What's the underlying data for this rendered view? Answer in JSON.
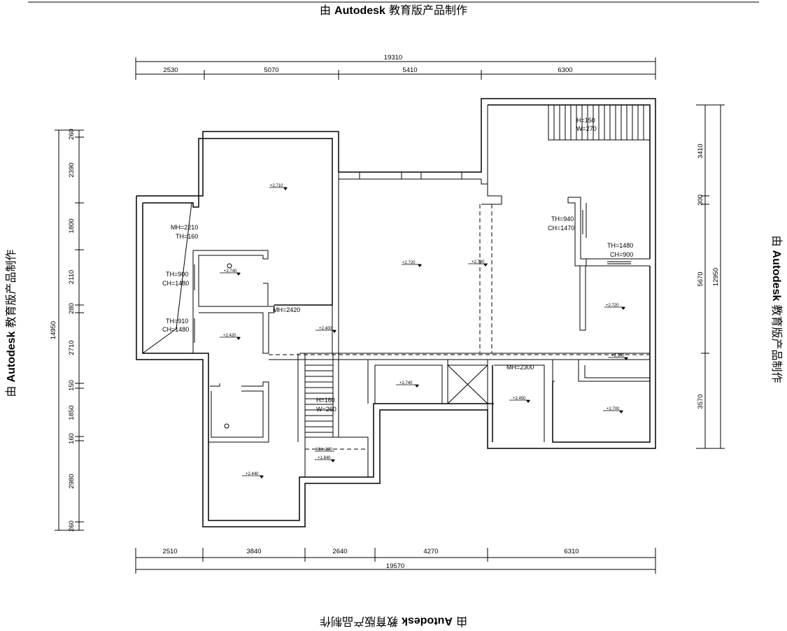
{
  "watermark": {
    "prefix": "由",
    "brand": "Autodesk",
    "suffix": "教育版产品制作"
  },
  "top_dims": {
    "total": "19310",
    "segments": [
      "2530",
      "5070",
      "5410",
      "6300"
    ]
  },
  "bottom_dims": {
    "total": "19570",
    "segments": [
      "2510",
      "3840",
      "2640",
      "4270",
      "6310"
    ]
  },
  "left_dims": {
    "total": "14950",
    "segments": [
      "260",
      "2390",
      "1800",
      "2110",
      "280",
      "2710",
      "150",
      "1850",
      "160",
      "2980",
      "260"
    ]
  },
  "right_dims": {
    "total": "12950",
    "segments": [
      "3410",
      "300",
      "5670",
      "3570"
    ]
  },
  "labels": {
    "stair_top": [
      "H=150",
      "W=270"
    ],
    "mh2210": [
      "MH=2210",
      "TH=160"
    ],
    "window1": [
      "TH=900",
      "CH=1480"
    ],
    "window2": [
      "TH=910",
      "CH=1480"
    ],
    "mh2420": "MH=2420",
    "window3": [
      "TH=940",
      "CH=1470"
    ],
    "window4": [
      "TH=1480",
      "CH=900"
    ],
    "mh2300": "MH=2300",
    "stair_mid": [
      "H=160",
      "W=260"
    ]
  },
  "elevations": {
    "e2710": "+2.710",
    "e2740a": "+2.740",
    "e2720a": "+2.720",
    "e2790": "+2.790",
    "e2720b": "+2.720",
    "e2400": "+2.400",
    "e2420": "+2.420",
    "e2300": "+2.300",
    "e2740b": "+2.740",
    "e2450": "+2.450",
    "e2700": "+2.700",
    "e2440": "+2.440",
    "e1840": "+1.840",
    "e_mh220": "MH=220"
  }
}
